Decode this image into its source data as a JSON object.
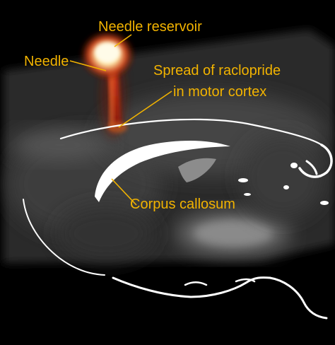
{
  "annotations": {
    "needle_reservoir": "Needle reservoir",
    "needle": "Needle",
    "spread_line1": "Spread of raclopride",
    "spread_line2": "in motor cortex",
    "corpus_callosum": "Corpus callosum"
  },
  "colors": {
    "background": "#000000",
    "annotation_text": "#f2b300",
    "leader_line": "#f2b300",
    "outline": "#ffffff",
    "tissue": "#6a6a6a"
  }
}
